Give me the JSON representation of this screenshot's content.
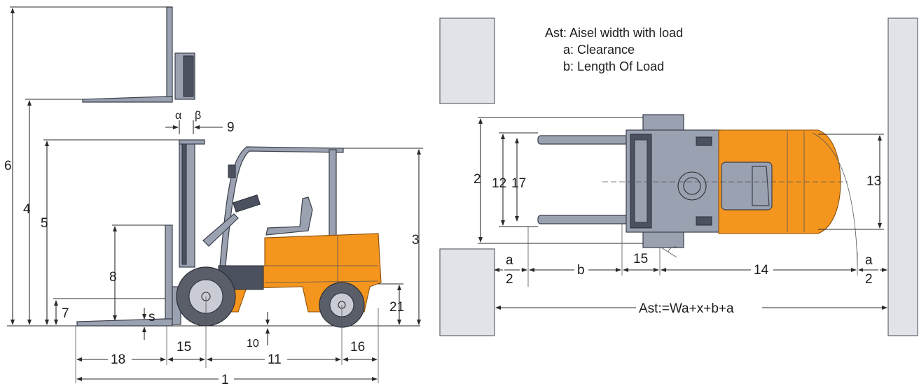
{
  "legend": {
    "ast": "Ast:  Aisel width with load",
    "a": "a: Clearance",
    "b": "b: Length Of Load"
  },
  "side_view": {
    "dims": {
      "d1": "1",
      "d3": "3",
      "d4": "4",
      "d5": "5",
      "d6": "6",
      "d7": "7",
      "d8": "8",
      "d9": "9",
      "d10": "10",
      "d11": "11",
      "d15": "15",
      "d16": "16",
      "d18": "18",
      "d21": "21",
      "s": "s",
      "alpha": "α",
      "beta": "β"
    }
  },
  "top_view": {
    "dims": {
      "d2": "2",
      "d12": "12",
      "d17": "17",
      "d13": "13",
      "d14": "14",
      "d15": "15",
      "b": "b",
      "a_num": "a",
      "a_den": "2",
      "ast_formula": "Ast:=Wa+x+b+a"
    }
  },
  "colors": {
    "orange": "#f4951e",
    "gray": "#9aa1b1",
    "rack": "#e1e3e8"
  }
}
